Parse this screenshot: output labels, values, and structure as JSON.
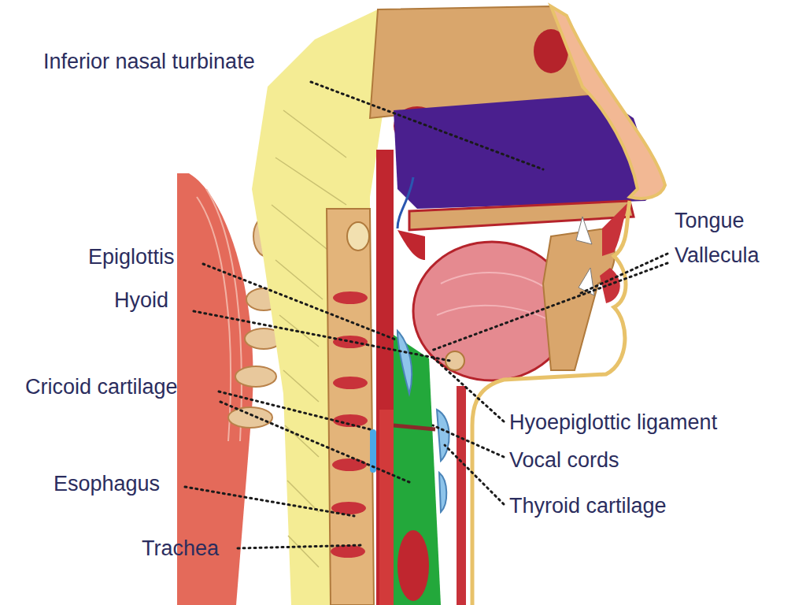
{
  "diagram": {
    "labels": [
      "Inferior nasal turbinate",
      "Epiglottis",
      "Hyoid",
      "Cricoid cartilage",
      "Esophagus",
      "Trachea",
      "Tongue",
      "Vallecula",
      "Hyoepiglottic ligament",
      "Vocal cords",
      "Thyroid cartilage"
    ]
  }
}
